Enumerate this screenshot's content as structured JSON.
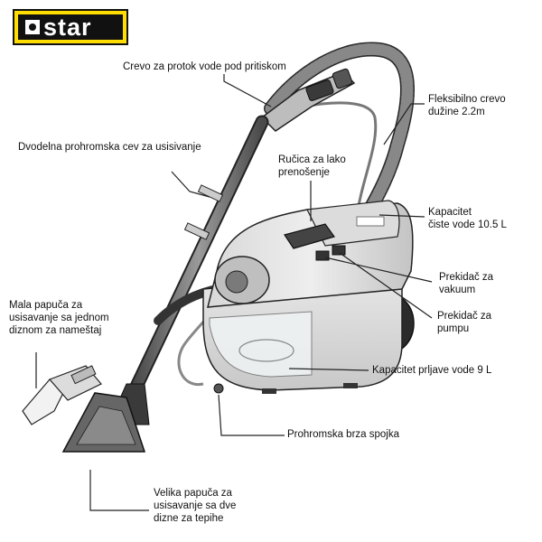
{
  "logo": {
    "text": "star",
    "brand_color": "#ffdd00"
  },
  "callouts": {
    "hose_pressure": "Crevo za protok vode pod pritiskom",
    "flex_hose_l1": "Fleksibilno crevo",
    "flex_hose_l2": "dužine 2.2m",
    "two_part_tube": "Dvodelna prohromska cev za usisivanje",
    "handle_l1": "Ručica za lako",
    "handle_l2": "prenošenje",
    "clean_water_l1": "Kapacitet",
    "clean_water_l2": "čiste vode 10.5 L",
    "vacuum_switch_l1": "Prekidač za",
    "vacuum_switch_l2": "vakuum",
    "pump_switch_l1": "Prekidač za",
    "pump_switch_l2": "pumpu",
    "small_nozzle_l1": "Mala papuča za",
    "small_nozzle_l2": "usisavanje sa jednom",
    "small_nozzle_l3": "diznom za nameštaj",
    "dirty_water": "Kapacitet prljave vode 9 L",
    "quick_coupling": "Prohromska brza spojka",
    "large_nozzle_l1": "Velika papuča za",
    "large_nozzle_l2": "usisavanje sa dve",
    "large_nozzle_l3": "dizne za tepihe"
  }
}
